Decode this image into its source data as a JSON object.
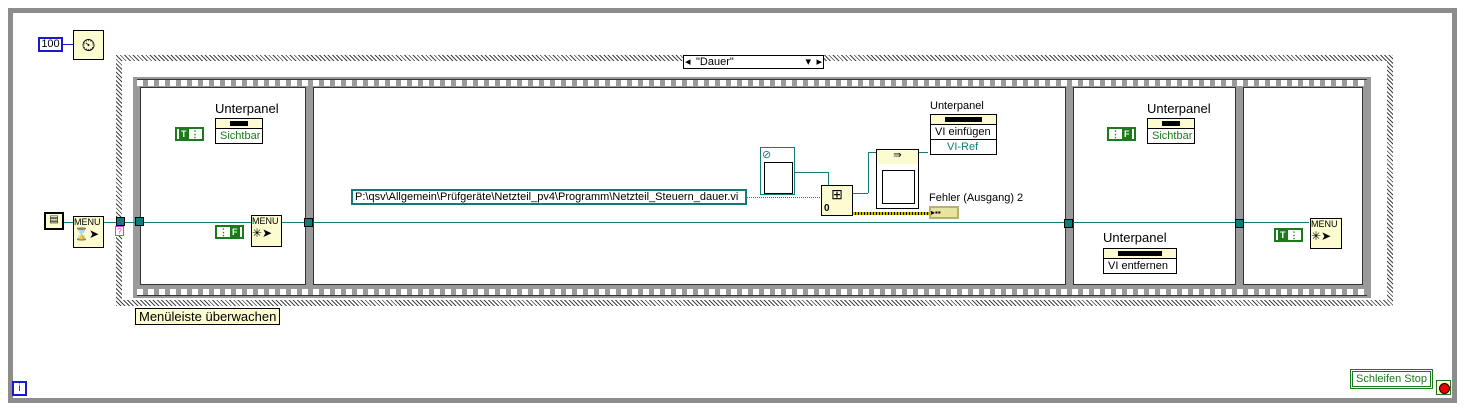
{
  "wait": {
    "constant": "100"
  },
  "case_structure": {
    "selector": "\"Dauer\""
  },
  "frame1": {
    "property_node_label": "Unterpanel",
    "property": "Sichtbar",
    "bool_true": "T",
    "bool_false": "F",
    "menu_label": "MENU"
  },
  "frame2": {
    "path": "P:\\qsv\\Allgemein\\Prüfgeräte\\Netzteil_pv4\\Programm\\Netzteil_Steuern_dauer.vi",
    "invoke_label": "Unterpanel",
    "invoke_method": "VI einfügen",
    "invoke_param": "VI-Ref",
    "error_label": "Fehler (Ausgang) 2",
    "open_ref_zero": "0"
  },
  "frame3": {
    "property_node_label": "Unterpanel",
    "property": "Sichtbar",
    "bool_false": "F",
    "invoke_label": "Unterpanel",
    "invoke_method": "VI entfernen"
  },
  "frame4": {
    "bool_true": "T",
    "menu_label": "MENU"
  },
  "outer": {
    "menu_label": "MENU",
    "comment": "Menüleiste überwachen",
    "stop_label": "Schleifen Stop",
    "iteration": "i"
  }
}
